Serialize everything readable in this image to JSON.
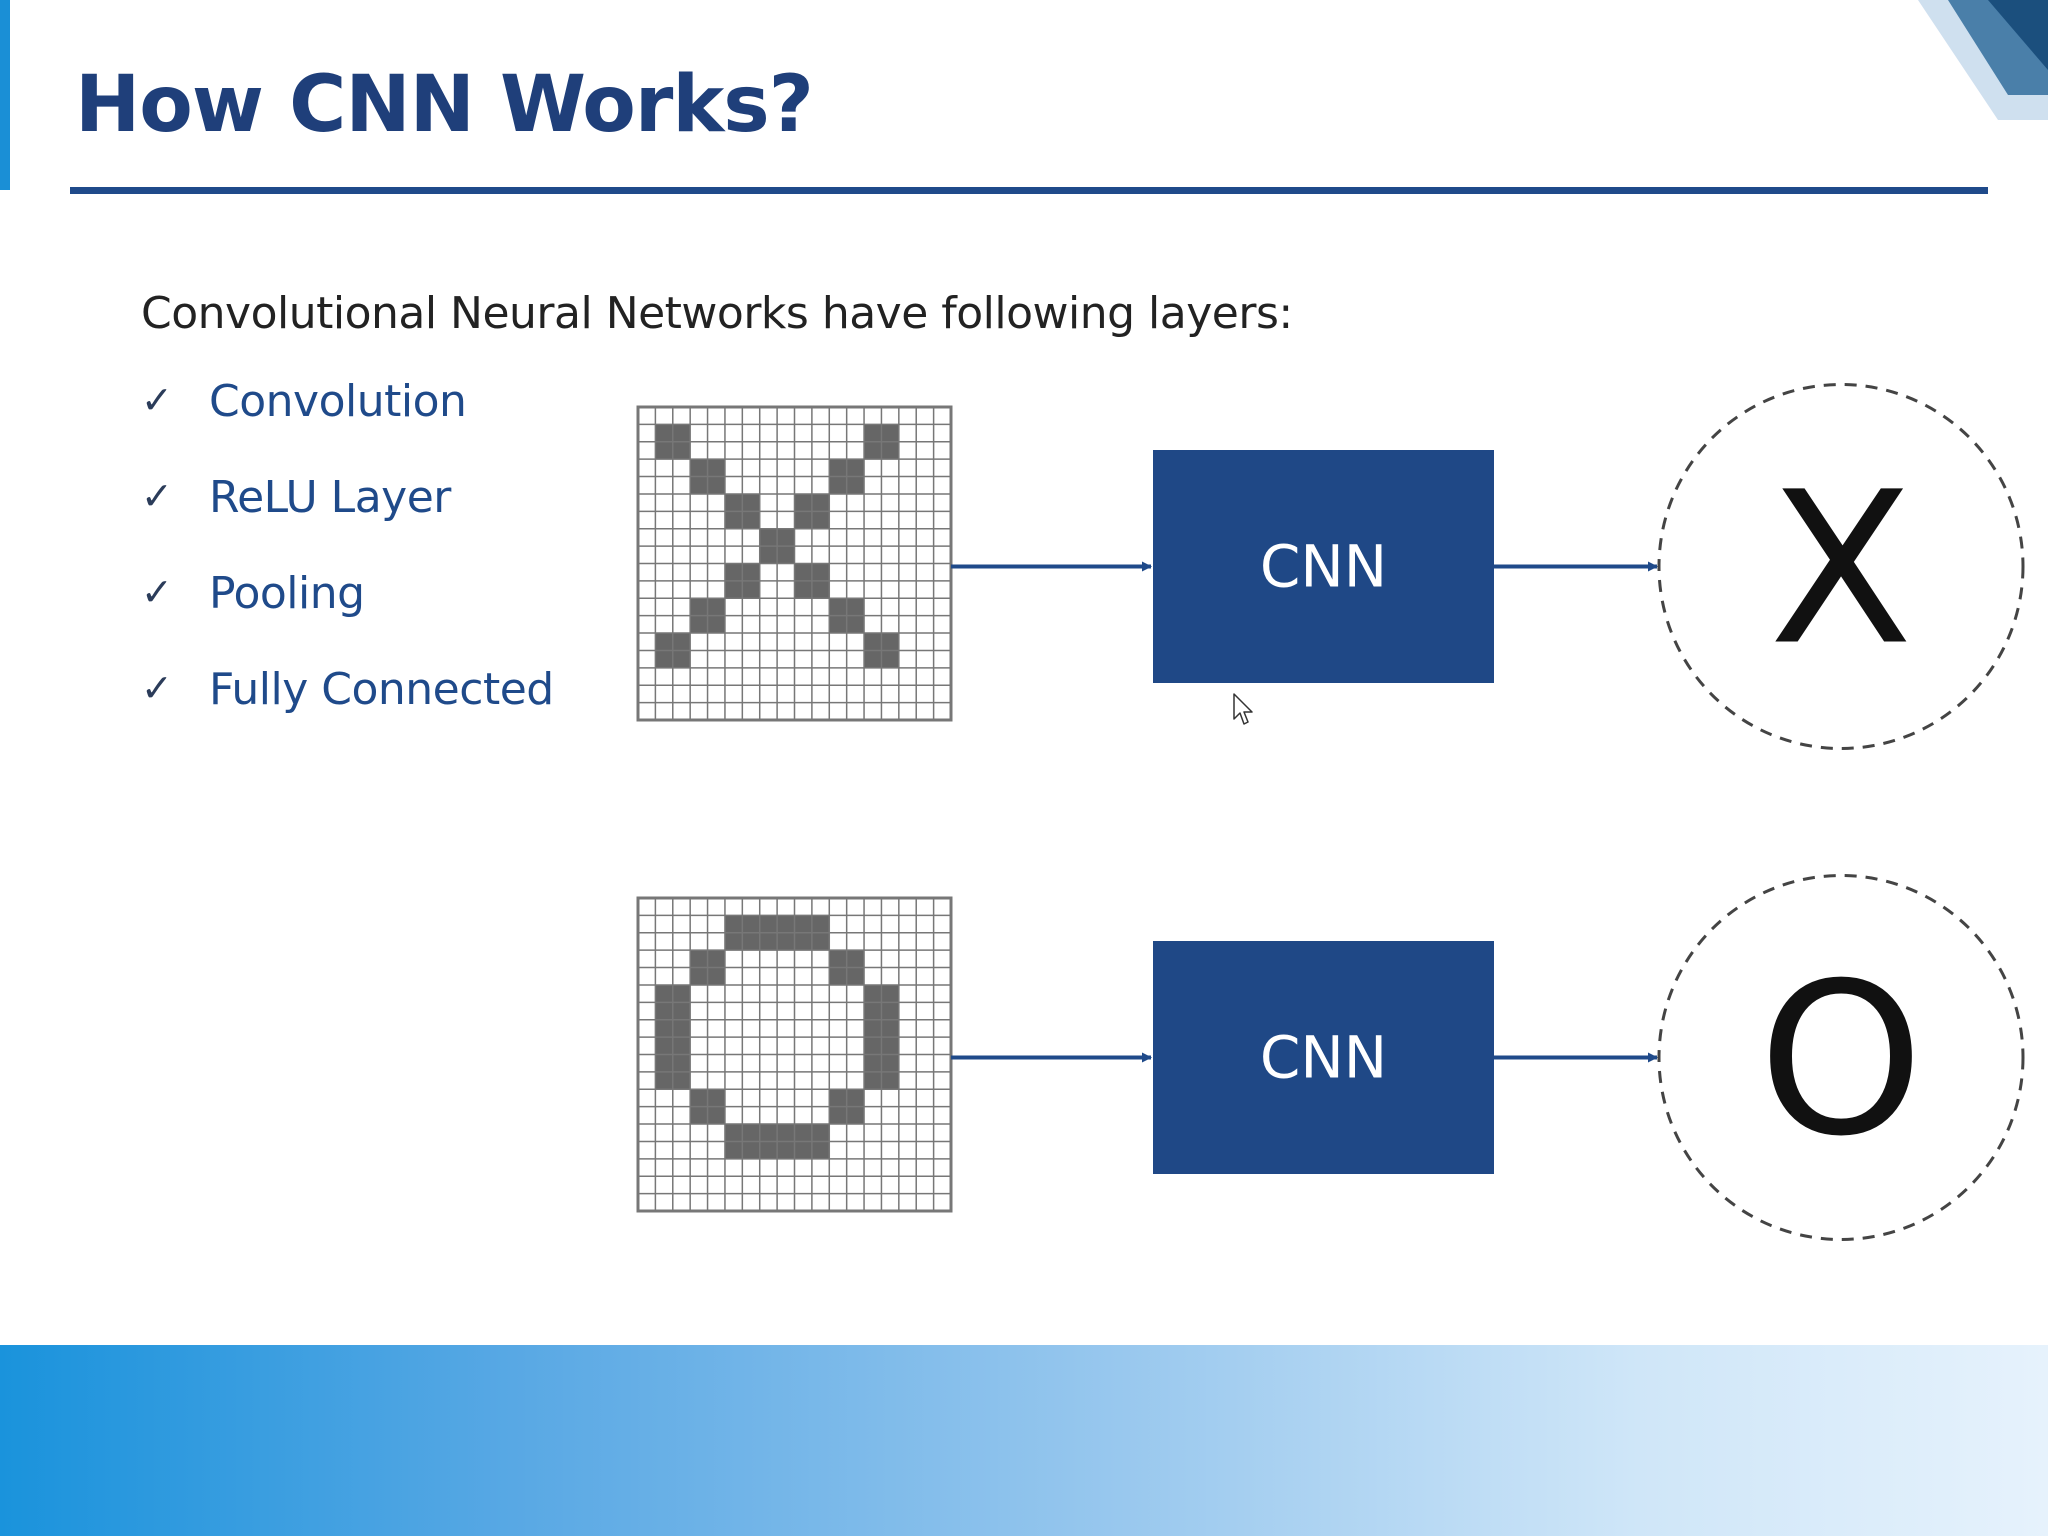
{
  "slide": {
    "title": "How CNN Works?",
    "intro": "Convolutional Neural Networks have following layers:",
    "layers": [
      {
        "label": "Convolution",
        "icon": "check-icon"
      },
      {
        "label": "ReLU Layer",
        "icon": "check-icon"
      },
      {
        "label": "Pooling",
        "icon": "check-icon"
      },
      {
        "label": "Fully Connected",
        "icon": "check-icon"
      }
    ]
  },
  "diagram": {
    "rows": [
      {
        "input_pattern": "X",
        "grid": [
          "000000000",
          "010000010",
          "001000100",
          "000101000",
          "000010000",
          "000101000",
          "001000100",
          "010000010",
          "000000000"
        ],
        "box_label": "CNN",
        "output_label": "X"
      },
      {
        "input_pattern": "O",
        "grid": [
          "000000000",
          "000111000",
          "001000100",
          "010000010",
          "010000010",
          "010000010",
          "001000100",
          "000111000",
          "000000000"
        ],
        "box_label": "CNN",
        "output_label": "O"
      }
    ]
  },
  "colors": {
    "title": "#1f3f7a",
    "accent_blue": "#1f4a8a",
    "cnn_box": "#1f4886",
    "grid_fill": "#666666",
    "grid_line": "#777777",
    "text_dark": "#222222"
  }
}
